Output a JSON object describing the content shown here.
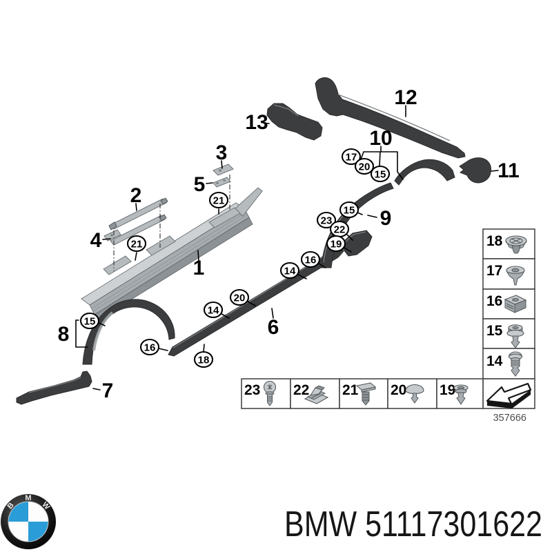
{
  "figure": {
    "plain_callouts": [
      {
        "label": "1"
      },
      {
        "label": "2"
      },
      {
        "label": "3"
      },
      {
        "label": "4"
      },
      {
        "label": "5"
      },
      {
        "label": "6"
      },
      {
        "label": "7"
      },
      {
        "label": "8"
      },
      {
        "label": "9"
      },
      {
        "label": "10"
      },
      {
        "label": "11"
      },
      {
        "label": "12"
      },
      {
        "label": "13"
      }
    ],
    "circled_callouts": [
      {
        "label": "21"
      },
      {
        "label": "21"
      },
      {
        "label": "17"
      },
      {
        "label": "20"
      },
      {
        "label": "15"
      },
      {
        "label": "15"
      },
      {
        "label": "23"
      },
      {
        "label": "22"
      },
      {
        "label": "19"
      },
      {
        "label": "16"
      },
      {
        "label": "14"
      },
      {
        "label": "20"
      },
      {
        "label": "14"
      },
      {
        "label": "18"
      },
      {
        "label": "15"
      },
      {
        "label": "16"
      }
    ]
  },
  "legend": {
    "side_column": [
      {
        "label": "18",
        "icon": "screw-grommet-clip"
      },
      {
        "label": "17",
        "icon": "cone-rivet-clip"
      },
      {
        "label": "16",
        "icon": "cage-nut"
      },
      {
        "label": "15",
        "icon": "expanding-rivet"
      },
      {
        "label": "14",
        "icon": "expanding-rivet-clip"
      }
    ],
    "bottom_row": [
      {
        "label": "23",
        "icon": "torx-screw"
      },
      {
        "label": "22",
        "icon": "cage-clip"
      },
      {
        "label": "21",
        "icon": "expansion-clip"
      },
      {
        "label": "20",
        "icon": "dome-plug"
      },
      {
        "label": "19",
        "icon": "rivet-clip"
      }
    ],
    "arrow_icon": "direction-arrow",
    "diagram_number": "357666"
  },
  "footer": {
    "logo_letters": [
      "B",
      "M",
      "W"
    ],
    "caption": "BMW 51117301622"
  },
  "colors": {
    "background": "#ffffff",
    "dark_part": "#3c3d3f",
    "light_part": "#a6acaf",
    "line": "#000000",
    "bmw_blue": "#2a9cd7"
  }
}
